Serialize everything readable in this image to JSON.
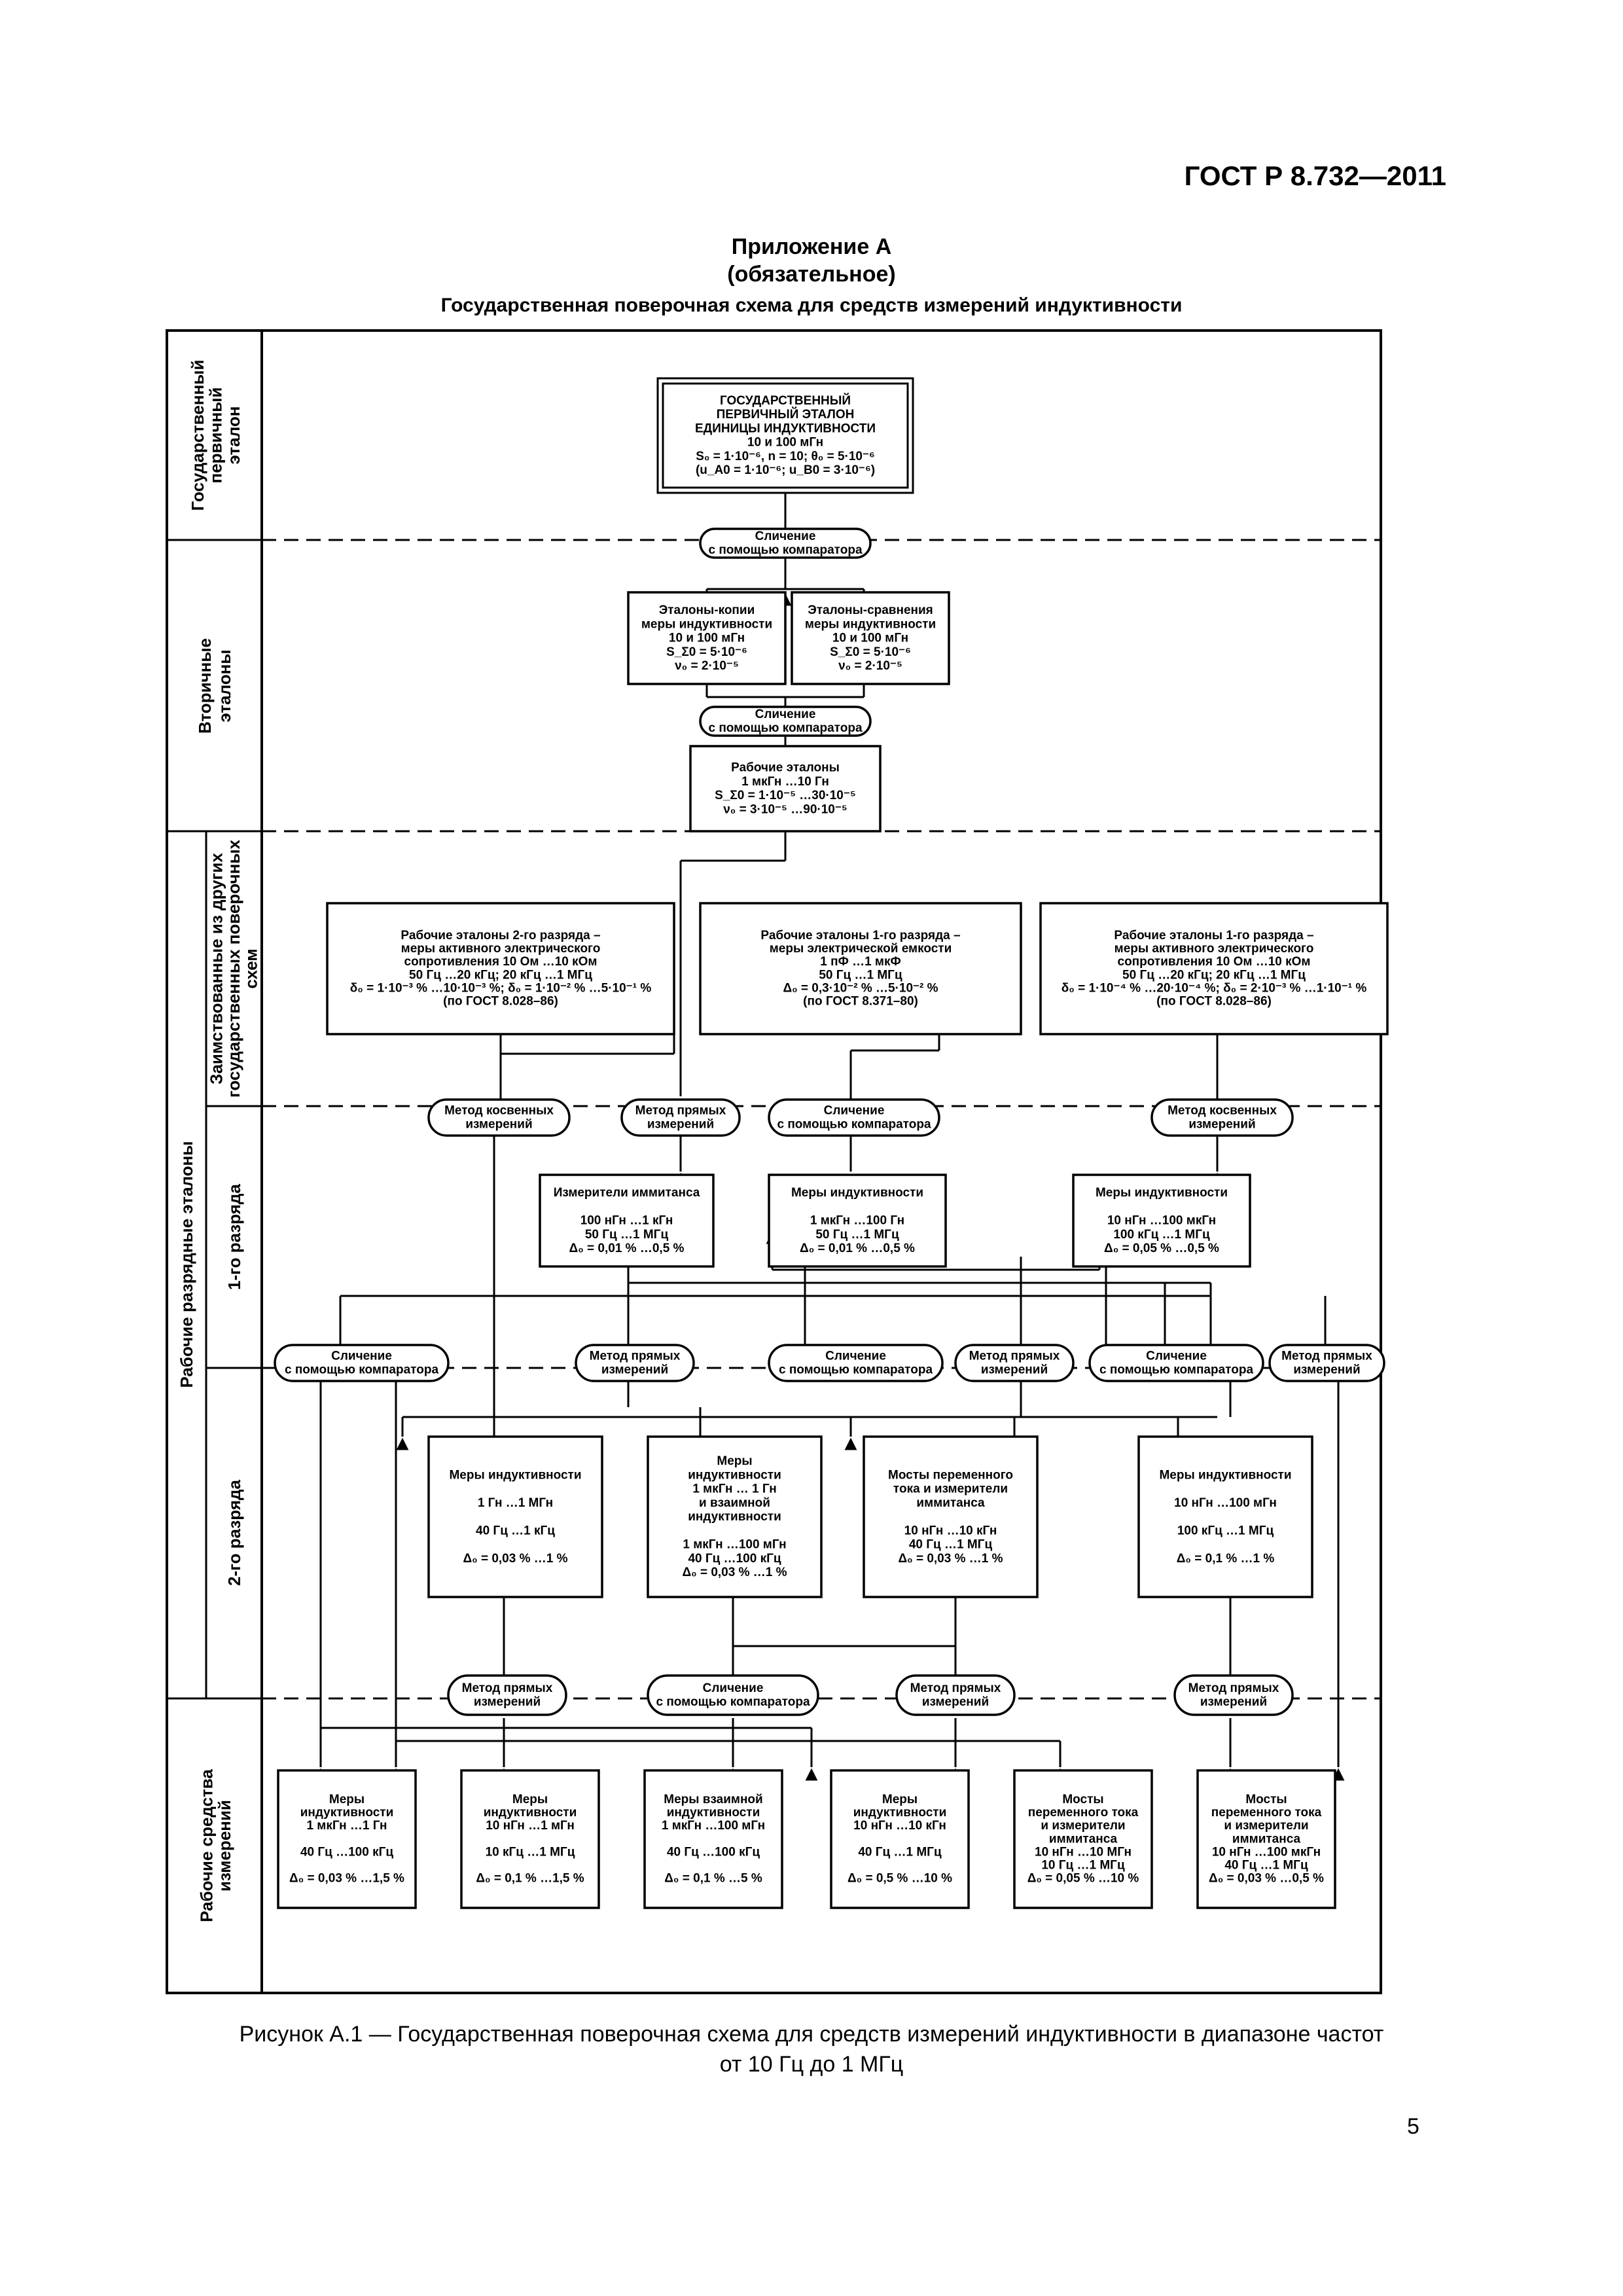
{
  "header": {
    "standard": "ГОСТ Р 8.732—2011",
    "appendix": "Приложение А",
    "appendix_type": "(обязательное)",
    "scheme_title": "Государственная поверочная схема для средств измерений индуктивности"
  },
  "rows": {
    "primary": [
      "Государственный",
      "первичный",
      "эталон"
    ],
    "secondary": [
      "Вторичные",
      "эталоны"
    ],
    "category_group": "Рабочие разрядные эталоны",
    "borrowed": [
      "Заимствованные из других",
      "государственных поверочных",
      "схем"
    ],
    "rank1": "1-го разряда",
    "rank2": "2-го разряда",
    "working": [
      "Рабочие средства",
      "измерений"
    ]
  },
  "nodes": {
    "primary": [
      "ГОСУДАРСТВЕННЫЙ",
      "ПЕРВИЧНЫЙ ЭТАЛОН",
      "ЕДИНИЦЫ ИНДУКТИВНОСТИ",
      "10 и 100 мГн",
      "S₀ = 1·10⁻⁶, n = 10; θ₀ = 5·10⁻⁶",
      "(u_A0 = 1·10⁻⁶; u_B0 = 3·10⁻⁶)"
    ],
    "cmp_primary": [
      "Сличение",
      "с помощью компаратора"
    ],
    "copies": [
      "Эталоны-копии",
      "меры индуктивности",
      "10 и 100 мГн",
      "S_Σ0 = 5·10⁻⁶",
      "ν₀ = 2·10⁻⁵"
    ],
    "comparison": [
      "Эталоны-сравнения",
      "меры индуктивности",
      "10 и 100 мГн",
      "S_Σ0 = 5·10⁻⁶",
      "ν₀ = 2·10⁻⁵"
    ],
    "cmp_secondary": [
      "Сличение",
      "с помощью компаратора"
    ],
    "working_std": [
      "Рабочие эталоны",
      "1 мкГн …10 Гн",
      "S_Σ0 = 1·10⁻⁵ …30·10⁻⁵",
      "ν₀ = 3·10⁻⁵ …90·10⁻⁵"
    ],
    "borrow_left": [
      "Рабочие эталоны 2-го разряда –",
      "меры активного электрического",
      "сопротивления 10 Ом …10 кОм",
      "50 Гц …20 кГц;              20 кГц …1 МГц",
      "δ₀ = 1·10⁻³ % …10·10⁻³ %; δ₀ = 1·10⁻² % …5·10⁻¹ %",
      "(по ГОСТ 8.028–86)"
    ],
    "borrow_mid": [
      "Рабочие эталоны 1-го разряда –",
      "меры электрической емкости",
      "1 пФ …1 мкФ",
      "50 Гц …1 МГц",
      "Δ₀ = 0,3·10⁻² % …5·10⁻² %",
      "(по ГОСТ 8.371–80)"
    ],
    "borrow_right": [
      "Рабочие эталоны 1-го разряда –",
      "меры активного электрического",
      "сопротивления 10 Ом …10 кОм",
      "50 Гц …20 кГц;              20 кГц …1 МГц",
      "δ₀ = 1·10⁻⁴ % …20·10⁻⁴ %; δ₀ = 2·10⁻³ % …1·10⁻¹ %",
      "(по ГОСТ 8.028–86)"
    ],
    "m1_indirect_l": [
      "Метод косвенных",
      "измерений"
    ],
    "m1_direct": [
      "Метод прямых",
      "измерений"
    ],
    "m1_cmp": [
      "Сличение",
      "с помощью компаратора"
    ],
    "m1_indirect_r": [
      "Метод косвенных",
      "измерений"
    ],
    "r1_immit": [
      "Измерители иммитанса",
      "",
      "100 нГн …1 кГн",
      "50 Гц …1 МГц",
      "Δ₀ = 0,01 % …0,5 %"
    ],
    "r1_ind_mid": [
      "Меры индуктивности",
      "",
      "1 мкГн …100 Гн",
      "50 Гц …1 МГц",
      "Δ₀ = 0,01 % …0,5 %"
    ],
    "r1_ind_right": [
      "Меры индуктивности",
      "",
      "10 нГн …100 мкГн",
      "100 кГц …1 МГц",
      "Δ₀ = 0,05 % …0,5 %"
    ],
    "m2_cmp_l": [
      "Сличение",
      "с помощью компаратора"
    ],
    "m2_direct_l": [
      "Метод прямых",
      "измерений"
    ],
    "m2_cmp_m": [
      "Сличение",
      "с помощью компаратора"
    ],
    "m2_direct_m": [
      "Метод прямых",
      "измерений"
    ],
    "m2_cmp_r": [
      "Сличение",
      "с помощью компаратора"
    ],
    "m2_direct_r": [
      "Метод прямых",
      "измерений"
    ],
    "r2_a": [
      "Меры индуктивности",
      "",
      "1 Гн …1 МГн",
      "",
      "40 Гц …1 кГц",
      "",
      "Δ₀ = 0,03 % …1 %"
    ],
    "r2_b": [
      "Меры",
      "индуктивности",
      "1 мкГн … 1 Гн",
      "и взаимной",
      "индуктивности",
      "",
      "1 мкГн …100 мГн",
      "40 Гц …100 кГц",
      "Δ₀ = 0,03 % …1 %"
    ],
    "r2_c": [
      "Мосты переменного",
      "тока и измерители",
      "иммитанса",
      "",
      "10 нГн …10 кГн",
      "40 Гц …1 МГц",
      "Δ₀ = 0,03 % …1 %"
    ],
    "r2_d": [
      "Меры индуктивности",
      "",
      "10 нГн …100 мГн",
      "",
      "100 кГц …1 МГц",
      "",
      "Δ₀ = 0,1 % …1 %"
    ],
    "m3_direct_a": [
      "Метод прямых",
      "измерений"
    ],
    "m3_cmp": [
      "Сличение",
      "с помощью компаратора"
    ],
    "m3_direct_b": [
      "Метод прямых",
      "измерений"
    ],
    "m3_direct_c": [
      "Метод прямых",
      "измерений"
    ],
    "w1": [
      "Меры",
      "индуктивности",
      "1 мкГн …1 Гн",
      "",
      "40 Гц …100 кГц",
      "",
      "Δ₀ = 0,03 % …1,5 %"
    ],
    "w2": [
      "Меры",
      "индуктивности",
      "10 нГн …1 мГн",
      "",
      "10 кГц …1 МГц",
      "",
      "Δ₀ = 0,1 % …1,5 %"
    ],
    "w3": [
      "Меры взаимной",
      "индуктивности",
      "1 мкГн …100 мГн",
      "",
      "40 Гц …100 кГц",
      "",
      "Δ₀ = 0,1 % …5 %"
    ],
    "w4": [
      "Меры",
      "индуктивности",
      "10 нГн …10 кГн",
      "",
      "40 Гц …1 МГц",
      "",
      "Δ₀ = 0,5 % …10 %"
    ],
    "w5": [
      "Мосты",
      "переменного тока",
      "и измерители",
      "иммитанса",
      "10 нГн …10 МГн",
      "10 Гц …1 МГц",
      "Δ₀ = 0,05 % …10 %"
    ],
    "w6": [
      "Мосты",
      "переменного тока",
      "и измерители",
      "иммитанса",
      "10 нГн …100 мкГн",
      "40 Гц …1 МГц",
      "Δ₀ = 0,03 % …0,5 %"
    ]
  },
  "caption": [
    "Рисунок А.1 — Государственная поверочная схема для средств измерений индуктивности в диапазоне частот",
    "от 10 Гц до 1 МГц"
  ],
  "page_number": "5"
}
